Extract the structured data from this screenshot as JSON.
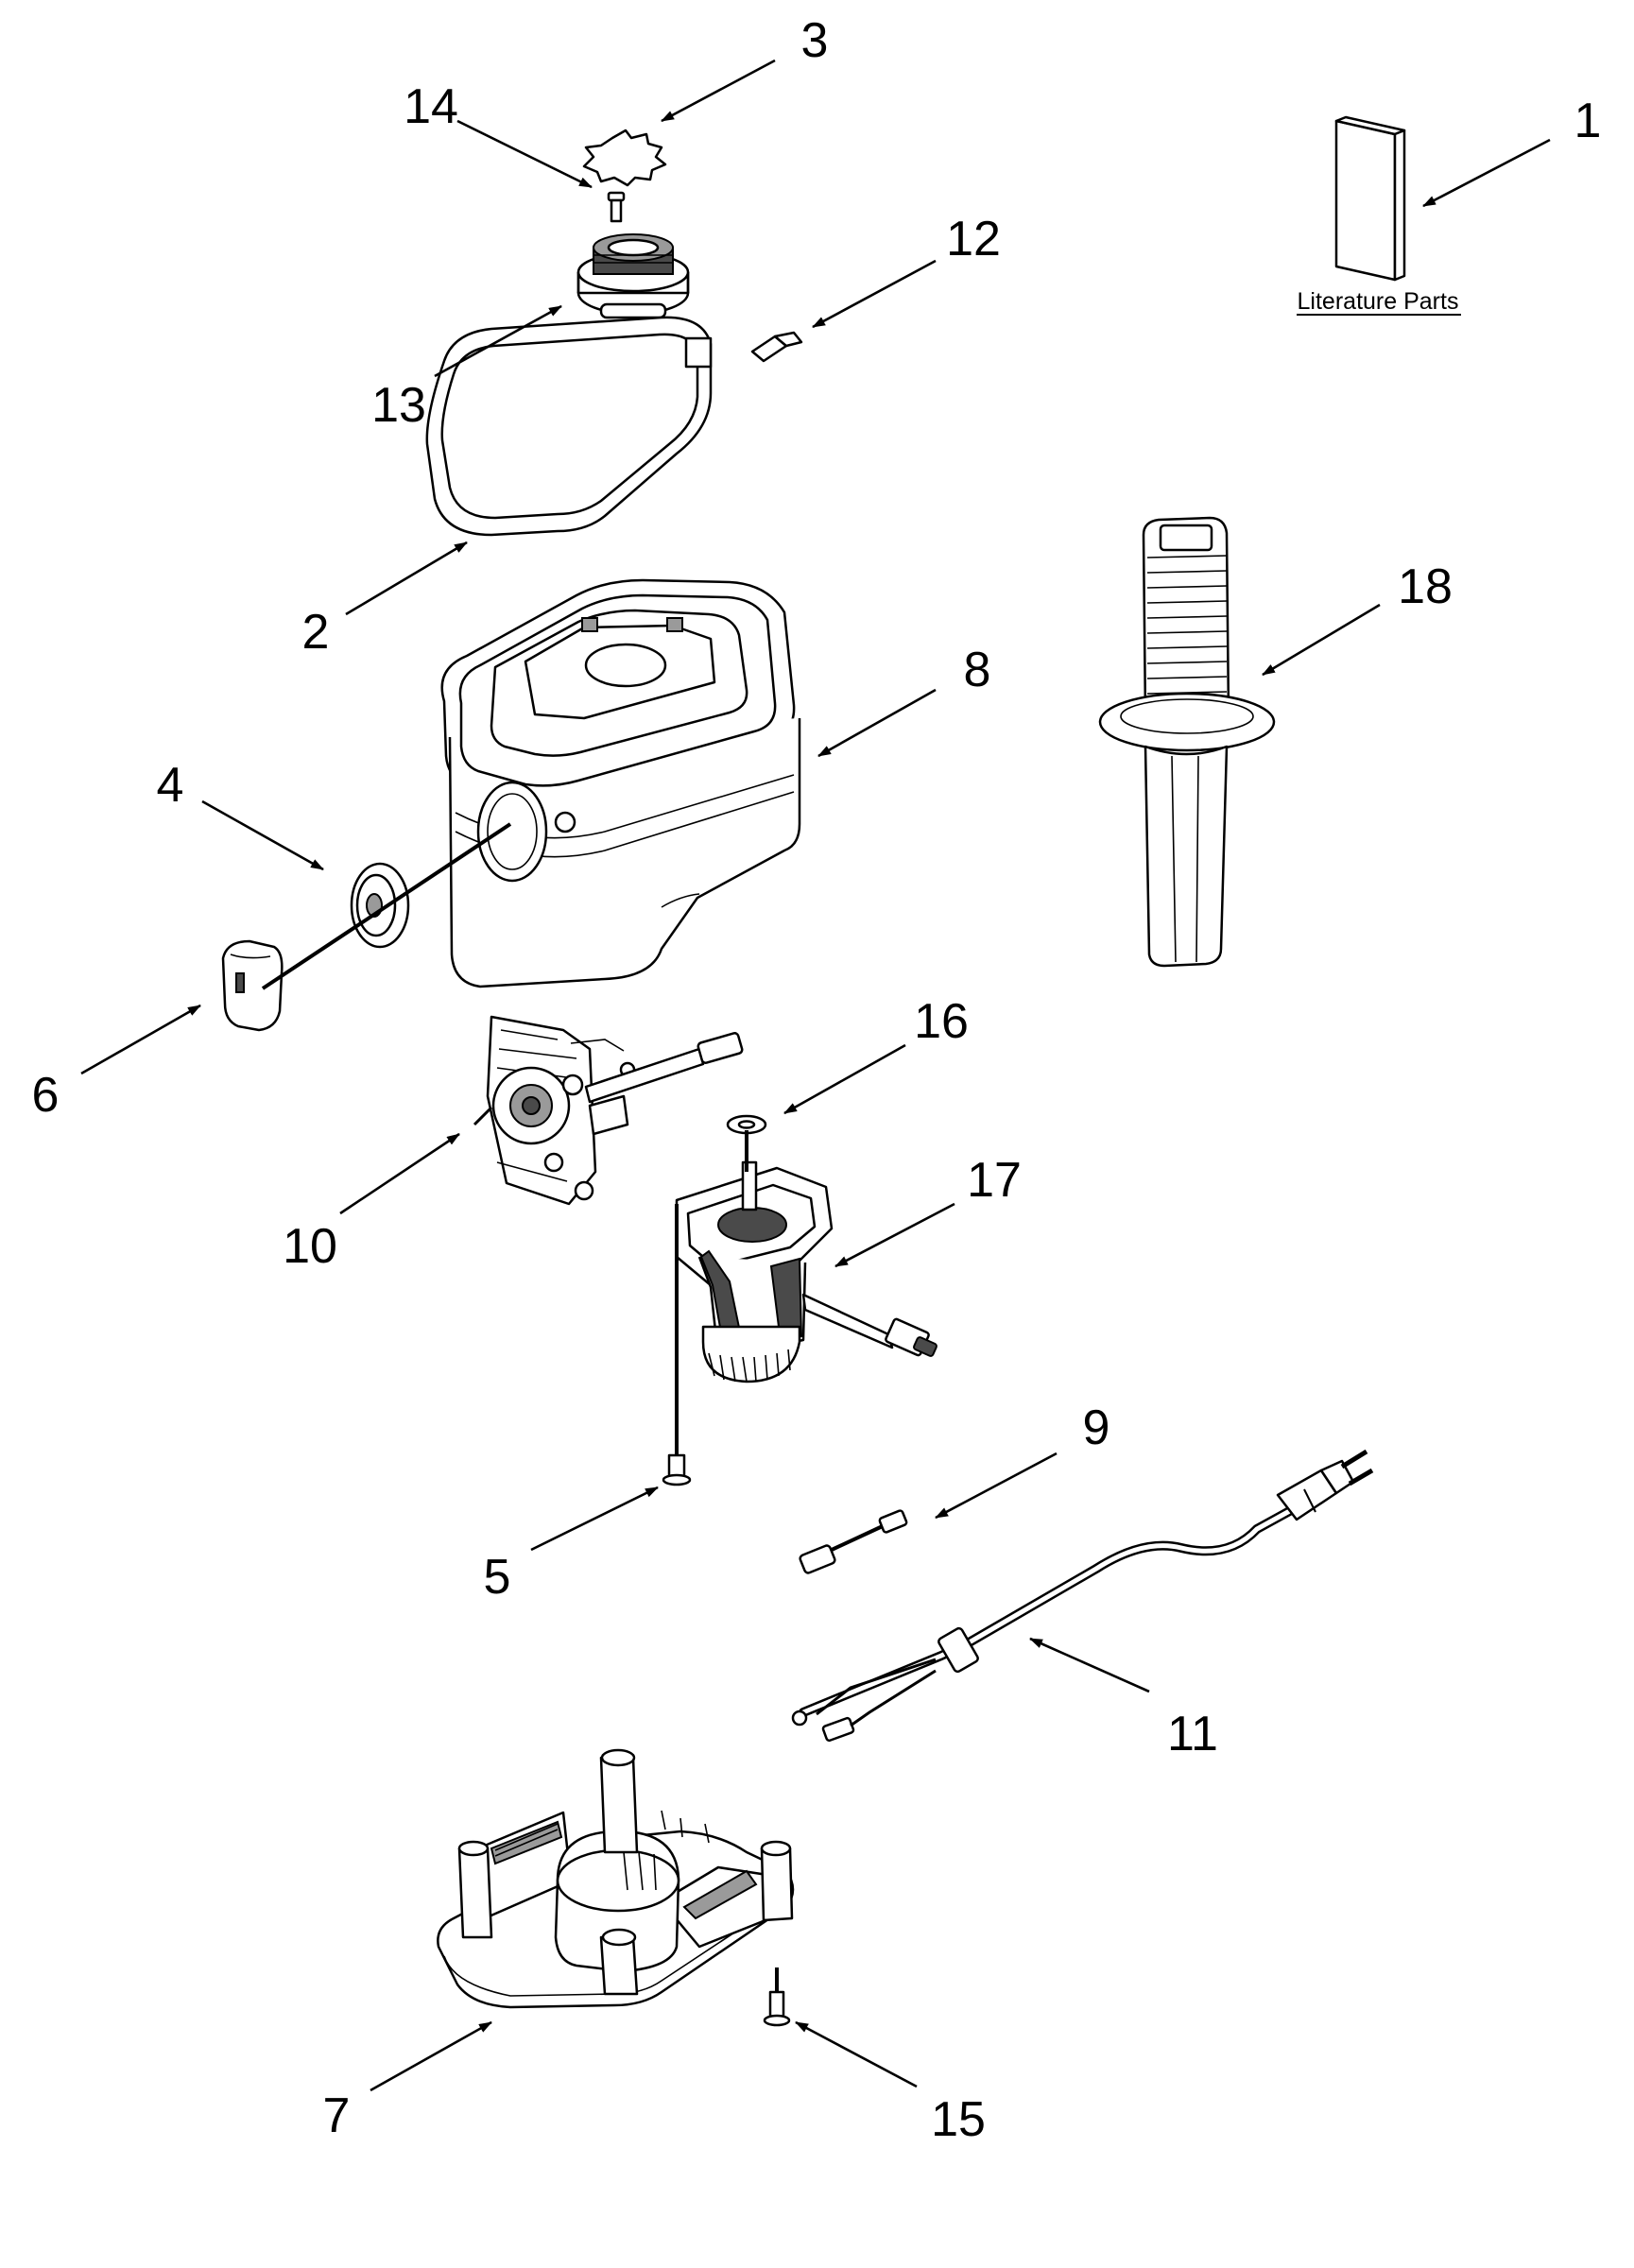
{
  "diagram": {
    "literature_label": "Literature Parts",
    "callouts": [
      {
        "id": "1",
        "label": "1"
      },
      {
        "id": "2",
        "label": "2"
      },
      {
        "id": "3",
        "label": "3"
      },
      {
        "id": "4",
        "label": "4"
      },
      {
        "id": "5",
        "label": "5"
      },
      {
        "id": "6",
        "label": "6"
      },
      {
        "id": "7",
        "label": "7"
      },
      {
        "id": "8",
        "label": "8"
      },
      {
        "id": "9",
        "label": "9"
      },
      {
        "id": "10",
        "label": "10"
      },
      {
        "id": "11",
        "label": "11"
      },
      {
        "id": "12",
        "label": "12"
      },
      {
        "id": "13",
        "label": "13"
      },
      {
        "id": "14",
        "label": "14"
      },
      {
        "id": "15",
        "label": "15"
      },
      {
        "id": "16",
        "label": "16"
      },
      {
        "id": "17",
        "label": "17"
      },
      {
        "id": "18",
        "label": "18"
      }
    ]
  }
}
